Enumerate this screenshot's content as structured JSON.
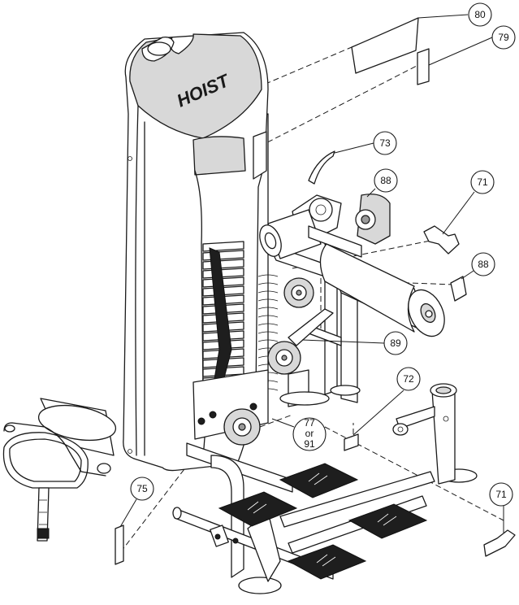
{
  "brand_logo": "HOIST",
  "callouts": {
    "c80": "80",
    "c79": "79",
    "c73": "73",
    "c88a": "88",
    "c71a": "71",
    "c88b": "88",
    "c89": "89",
    "c72": "72",
    "c77": "77",
    "c77_or": "or",
    "c91": "91",
    "c75": "75",
    "c71b": "71"
  }
}
